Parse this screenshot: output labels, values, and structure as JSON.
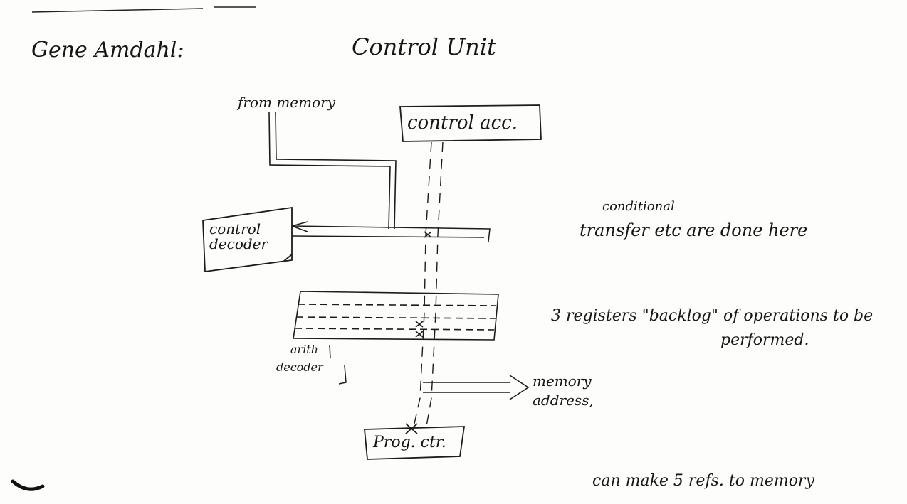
{
  "header": {
    "author": "Gene Amdahl:",
    "title": "Control Unit"
  },
  "diagram": {
    "from_memory": "from memory",
    "control_acc": "control acc.",
    "control_decoder": [
      "control",
      "decoder"
    ],
    "arith_decoder": [
      "arith",
      "decoder"
    ],
    "prog_ctr": "Prog. ctr.",
    "memory_address": [
      "memory",
      "address,"
    ]
  },
  "notes": {
    "conditional": "conditional",
    "transfer_line": "transfer etc are done here",
    "registers_line1": "3 registers \"backlog\" of operations to be",
    "registers_line2": "performed.",
    "refs": "can make 5 refs. to memory"
  }
}
